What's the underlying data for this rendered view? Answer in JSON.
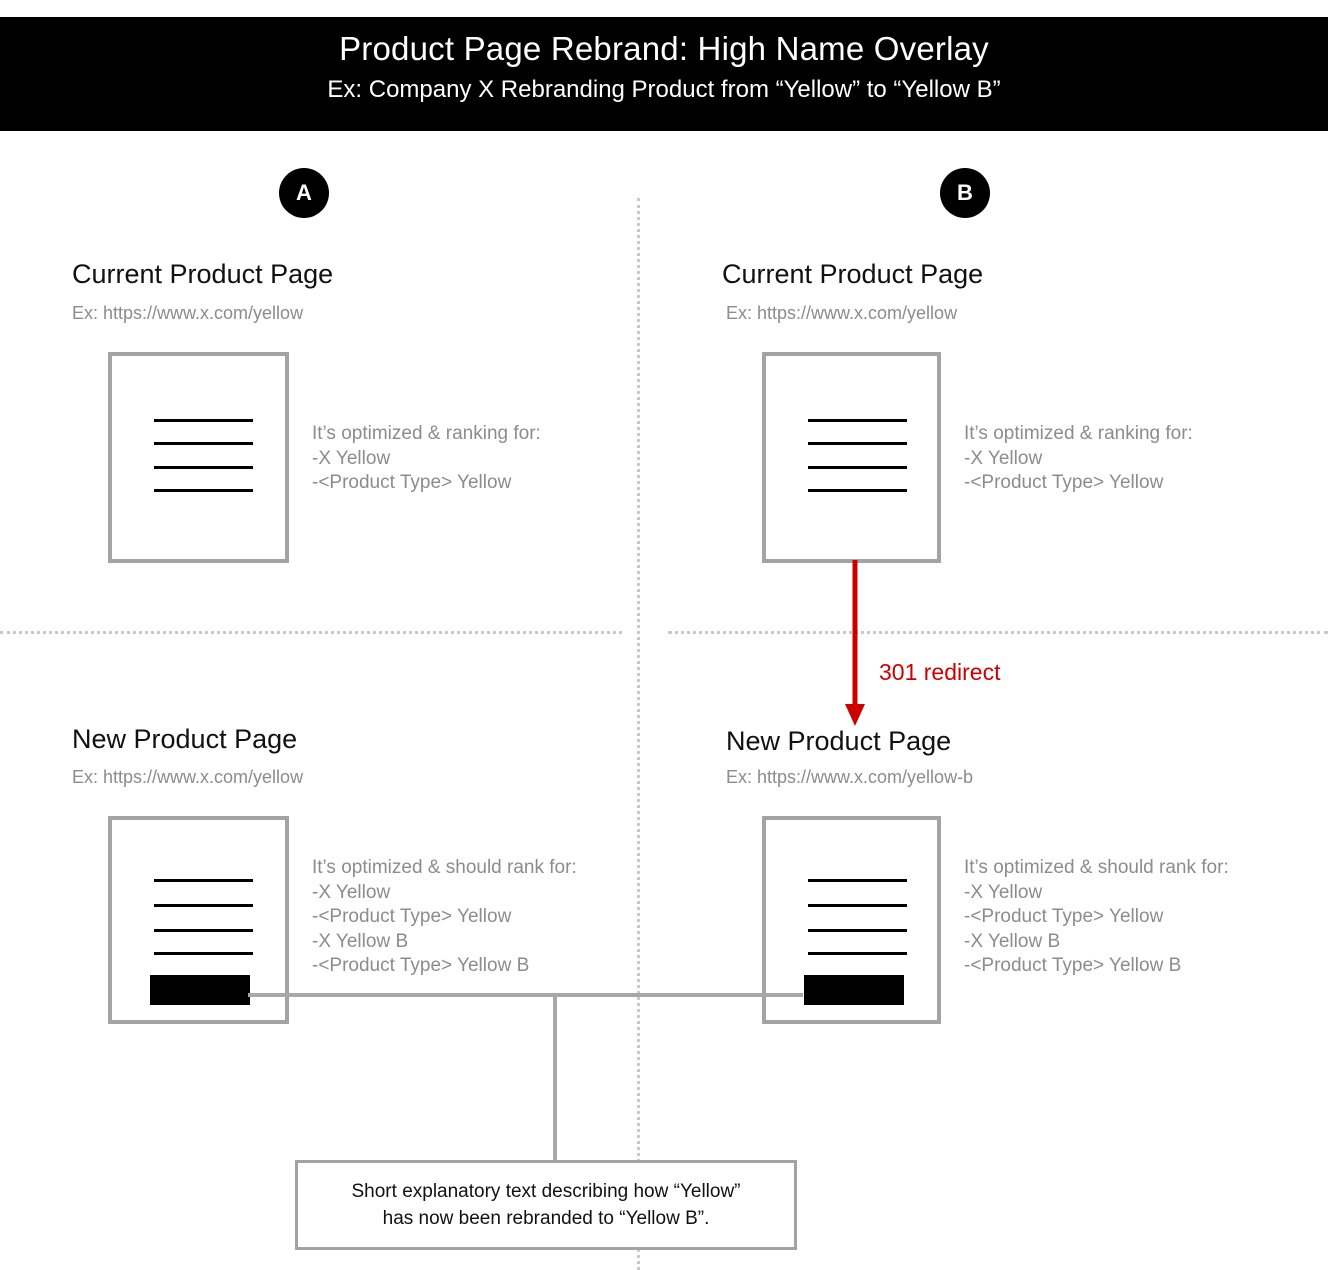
{
  "header": {
    "title": "Product Page Rebrand: High Name Overlay",
    "subtitle": "Ex: Company X Rebranding Product from “Yellow” to “Yellow B”",
    "bg_color": "#000000",
    "text_color": "#ffffff"
  },
  "colors": {
    "accent_red": "#cc0000",
    "box_border_gray": "#a3a3a3",
    "muted_text_gray": "#8c8c8c",
    "divider_dotted_gray": "#c9c9c9",
    "connector_gray": "#a8a8a8",
    "overlay_black": "#000000"
  },
  "columns": [
    {
      "badge": "A",
      "current": {
        "title": "Current Product Page",
        "url_label": "Ex: https://www.x.com/yellow",
        "keywords_heading": "It’s optimized & ranking for:",
        "keywords": [
          "-X Yellow",
          "-<Product Type> Yellow"
        ]
      },
      "new": {
        "title": "New Product Page",
        "url_label": "Ex: https://www.x.com/yellow",
        "keywords_heading": "It’s optimized & should rank for:",
        "keywords": [
          "-X Yellow",
          "-<Product Type> Yellow",
          "-X Yellow B",
          "-<Product Type> Yellow B"
        ]
      }
    },
    {
      "badge": "B",
      "current": {
        "title": "Current Product Page",
        "url_label": "Ex: https://www.x.com/yellow",
        "keywords_heading": "It’s optimized & ranking for:",
        "keywords": [
          "-X Yellow",
          "-<Product Type> Yellow"
        ]
      },
      "new": {
        "title": "New Product Page",
        "url_label": "Ex: https://www.x.com/yellow-b",
        "keywords_heading": "It’s optimized & should rank for:",
        "keywords": [
          "-X Yellow",
          "-<Product Type> Yellow",
          "-X Yellow B",
          "-<Product Type> Yellow B"
        ]
      }
    }
  ],
  "redirect": {
    "label": "301 redirect",
    "color": "#cc0000"
  },
  "callout": {
    "line1": "Short explanatory text describing how “Yellow”",
    "line2": "has now been rebranded to “Yellow B”."
  }
}
